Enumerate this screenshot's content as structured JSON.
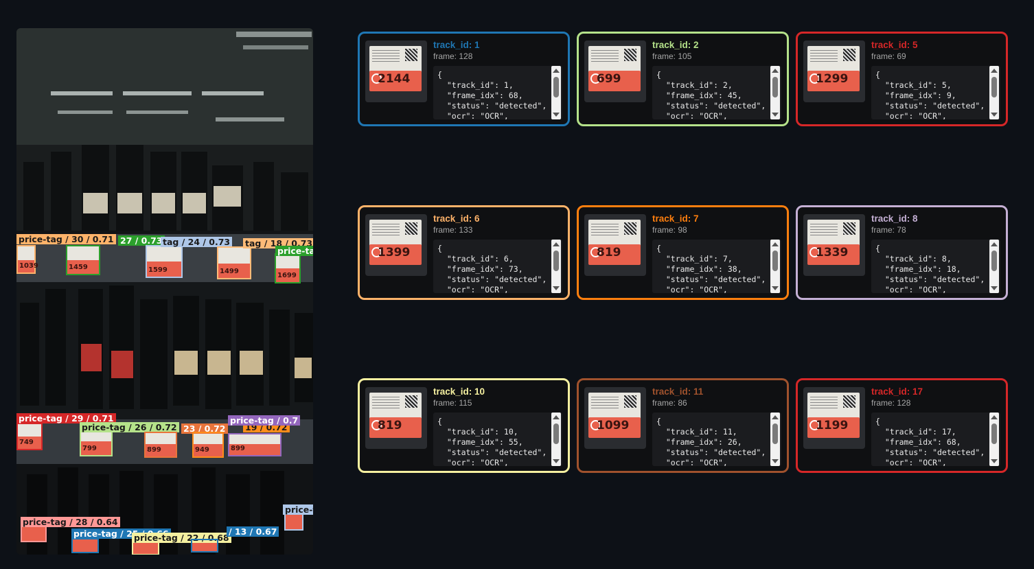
{
  "detections": [
    {
      "label": "price-tag / 30 / 0.71",
      "color": "#ffb36a",
      "price": "1039"
    },
    {
      "label": "27 / 0.73",
      "color": "#2ca02c",
      "price": "1459"
    },
    {
      "label": "tag / 24 / 0.73",
      "color": "#aec7e8",
      "price": "1599"
    },
    {
      "label": "tag / 18 / 0.73",
      "color": "#ffbb78",
      "price": "1499"
    },
    {
      "label": "price-tag",
      "color": "#2ca02c",
      "price": "1699"
    },
    {
      "label": "price-tag / 29 / 0.71",
      "color": "#d62728",
      "price": "749"
    },
    {
      "label": "price-tag / 26 / 0.72",
      "color": "#b5e28a",
      "price": "799"
    },
    {
      "label": "23 / 0.72",
      "color": "#e8743b",
      "price": "899"
    },
    {
      "label": "19 / 0.72",
      "color": "#ff8c1a",
      "price": "949"
    },
    {
      "label": "price-tag / 0.7",
      "color": "#9467bd",
      "price": "899"
    },
    {
      "label": "price-tag / 28 / 0.64",
      "color": "#ff9896",
      "price": ""
    },
    {
      "label": "price-tag / 25 / 0.66",
      "color": "#1f77b4",
      "price": ""
    },
    {
      "label": "price-tag / 22 / 0.68",
      "color": "#f5f0a0",
      "price": ""
    },
    {
      "label": "/ 13 / 0.67",
      "color": "#1f77b4",
      "price": ""
    },
    {
      "label": "price-t",
      "color": "#aec7e8",
      "price": ""
    }
  ],
  "cards": [
    {
      "title": "track_id: 1",
      "frame": "frame: 128",
      "color": "#1f77b4",
      "price": "2144",
      "json": [
        "{",
        "  \"track_id\": 1,",
        "  \"frame_idx\": 68,",
        "  \"status\": \"detected\",",
        "  \"ocr\": \"OCR\","
      ]
    },
    {
      "title": "track_id: 2",
      "frame": "frame: 105",
      "color": "#b5e28a",
      "price": "699",
      "json": [
        "{",
        "  \"track_id\": 2,",
        "  \"frame_idx\": 45,",
        "  \"status\": \"detected\",",
        "  \"ocr\": \"OCR\","
      ]
    },
    {
      "title": "track_id: 5",
      "frame": "frame: 69",
      "color": "#d62728",
      "price": "1299",
      "json": [
        "{",
        "  \"track_id\": 5,",
        "  \"frame_idx\": 9,",
        "  \"status\": \"detected\",",
        "  \"ocr\": \"OCR\","
      ]
    },
    {
      "title": "track_id: 6",
      "frame": "frame: 133",
      "color": "#ffb36a",
      "price": "1399",
      "json": [
        "{",
        "  \"track_id\": 6,",
        "  \"frame_idx\": 73,",
        "  \"status\": \"detected\",",
        "  \"ocr\": \"OCR\","
      ]
    },
    {
      "title": "track_id: 7",
      "frame": "frame: 98",
      "color": "#ff7f0e",
      "price": "819",
      "json": [
        "{",
        "  \"track_id\": 7,",
        "  \"frame_idx\": 38,",
        "  \"status\": \"detected\",",
        "  \"ocr\": \"OCR\","
      ]
    },
    {
      "title": "track_id: 8",
      "frame": "frame: 78",
      "color": "#c5b0d5",
      "price": "1339",
      "json": [
        "{",
        "  \"track_id\": 8,",
        "  \"frame_idx\": 18,",
        "  \"status\": \"detected\",",
        "  \"ocr\": \"OCR\","
      ]
    },
    {
      "title": "track_id: 10",
      "frame": "frame: 115",
      "color": "#f5f0a0",
      "price": "819",
      "json": [
        "{",
        "  \"track_id\": 10,",
        "  \"frame_idx\": 55,",
        "  \"status\": \"detected\",",
        "  \"ocr\": \"OCR\","
      ]
    },
    {
      "title": "track_id: 11",
      "frame": "frame: 86",
      "color": "#a0522d",
      "price": "1099",
      "json": [
        "{",
        "  \"track_id\": 11,",
        "  \"frame_idx\": 26,",
        "  \"status\": \"detected\",",
        "  \"ocr\": \"OCR\","
      ]
    },
    {
      "title": "track_id: 17",
      "frame": "frame: 128",
      "color": "#d62728",
      "price": "1199",
      "json": [
        "{",
        "  \"track_id\": 17,",
        "  \"frame_idx\": 68,",
        "  \"status\": \"detected\",",
        "  \"ocr\": \"OCR\","
      ]
    }
  ]
}
